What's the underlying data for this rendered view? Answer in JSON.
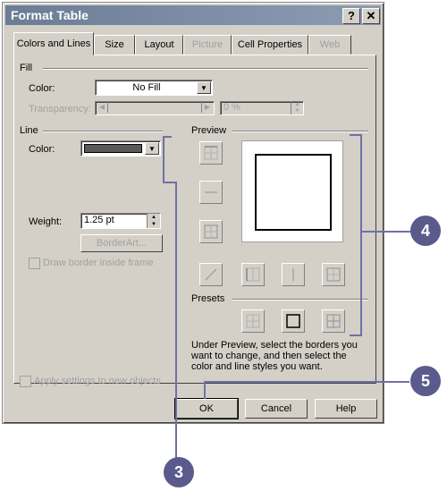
{
  "dialog": {
    "title": "Format Table",
    "help_btn": "?",
    "close_btn": "✕"
  },
  "tabs": [
    {
      "label": "Colors and Lines",
      "active": true,
      "enabled": true
    },
    {
      "label": "Size",
      "active": false,
      "enabled": true
    },
    {
      "label": "Layout",
      "active": false,
      "enabled": true
    },
    {
      "label": "Picture",
      "active": false,
      "enabled": false
    },
    {
      "label": "Cell Properties",
      "active": false,
      "enabled": true
    },
    {
      "label": "Web",
      "active": false,
      "enabled": false
    }
  ],
  "fill": {
    "heading": "Fill",
    "color_label": "Color:",
    "color_value": "No Fill",
    "transparency_label": "Transparency:",
    "transparency_value": "0 %"
  },
  "line": {
    "heading": "Line",
    "color_label": "Color:",
    "line_color": "#595959",
    "weight_label": "Weight:",
    "weight_value": "1.25 pt",
    "borderart_button": "BorderArt...",
    "draw_inside_label": "Draw border inside frame"
  },
  "preview": {
    "heading": "Preview",
    "presets_heading": "Presets",
    "instructions": "Under Preview, select the borders you want to change, and then select the color and line styles you want."
  },
  "apply_new_objects_label": "Apply settings to new objects",
  "buttons": {
    "ok": "OK",
    "cancel": "Cancel",
    "help": "Help"
  },
  "callouts": {
    "three": "3",
    "four": "4",
    "five": "5",
    "color": "#5a5a8c"
  }
}
